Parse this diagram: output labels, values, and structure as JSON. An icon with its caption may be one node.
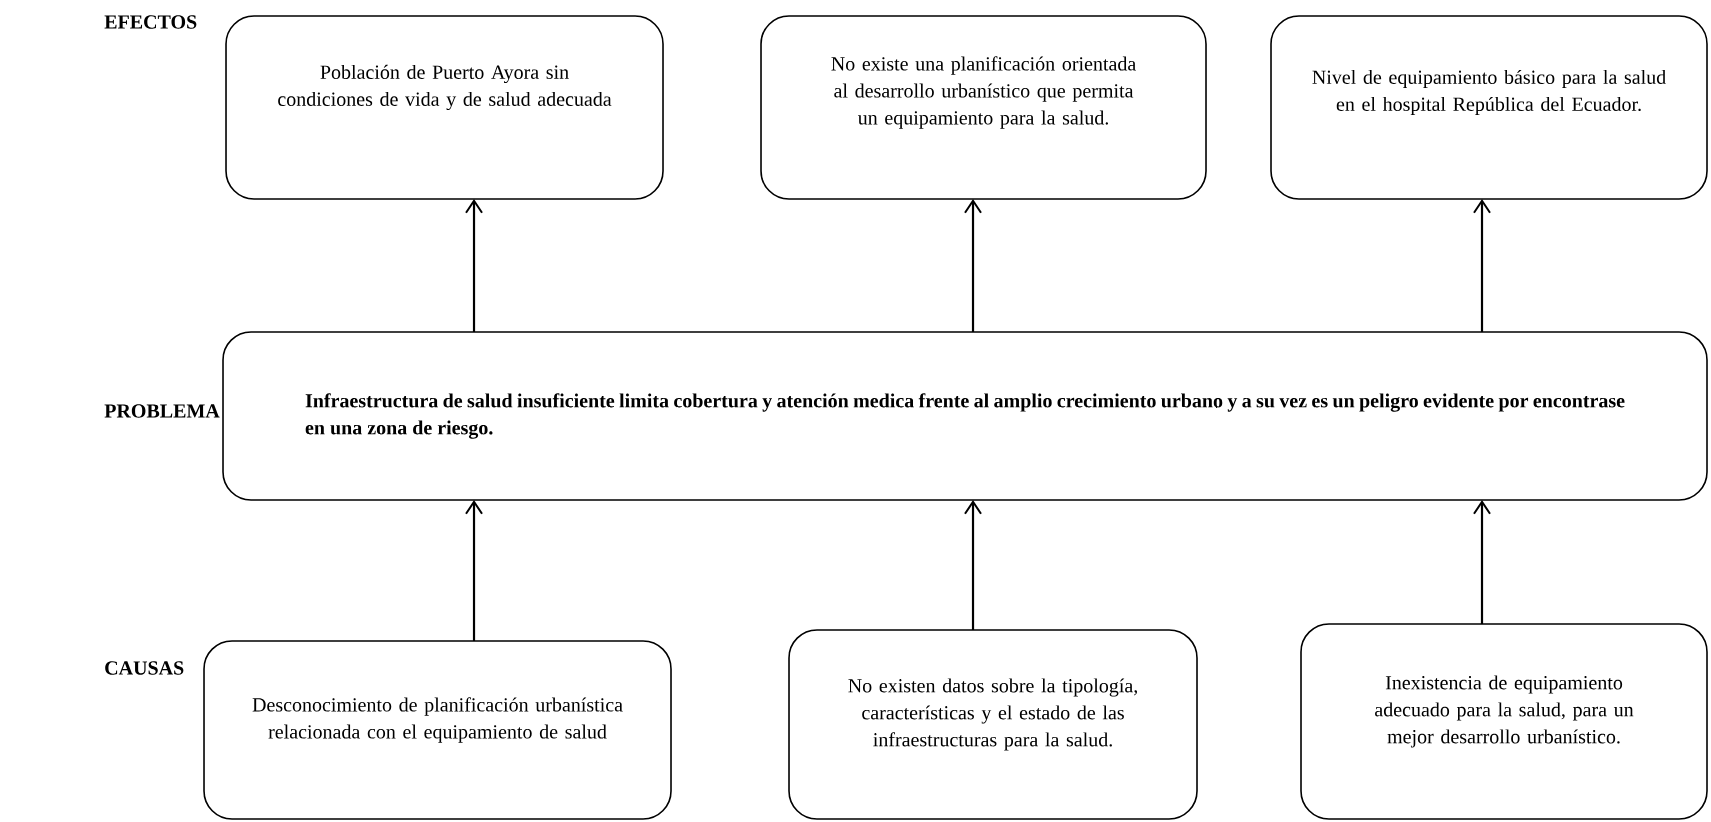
{
  "diagram": {
    "nodes": [
      {
        "text": [
          "Población de Puerto Ayora sin condiciones de vida y de salud adecuada"
        ]
      },
      {
        "text": [
          "No existe una planificación orientada al desarrollo urbanístico que permita un equipamiento para la salud."
        ]
      },
      {
        "text": [
          "Nivel de equipamiento básico para la salud en el hospital República del Ecuador."
        ]
      },
      {
        "text": [
          "Infraestructura de salud insuficiente limita cobertura y atención medica frente al amplio crecimiento urbano y a su vez es un peligro evidente por encontrase en una zona de riesgo."
        ]
      },
      {
        "text": [
          "Desconocimiento de planificación urbanística relacionada con el equipamiento de salud"
        ]
      },
      {
        "text": [
          "No existen datos sobre la tipología, características y el estado de las infraestructuras para la salud."
        ]
      },
      {
        "text": [
          "Inexistencia de equipamiento adecuado para la salud, para un mejor desarrollo urbanístico."
        ]
      }
    ],
    "edges": [
      {
        "from": 3,
        "to": 0,
        "arrow": "to"
      },
      {
        "from": 3,
        "to": 1,
        "arrow": "to"
      },
      {
        "from": 3,
        "to": 2,
        "arrow": "to"
      },
      {
        "from": 4,
        "to": 3,
        "arrow": "to"
      },
      {
        "from": 5,
        "to": 3,
        "arrow": "to"
      },
      {
        "from": 6,
        "to": 3,
        "arrow": "to"
      }
    ],
    "labels": [
      "EFECTOS",
      "PROBLEMA",
      "CAUSAS"
    ]
  }
}
